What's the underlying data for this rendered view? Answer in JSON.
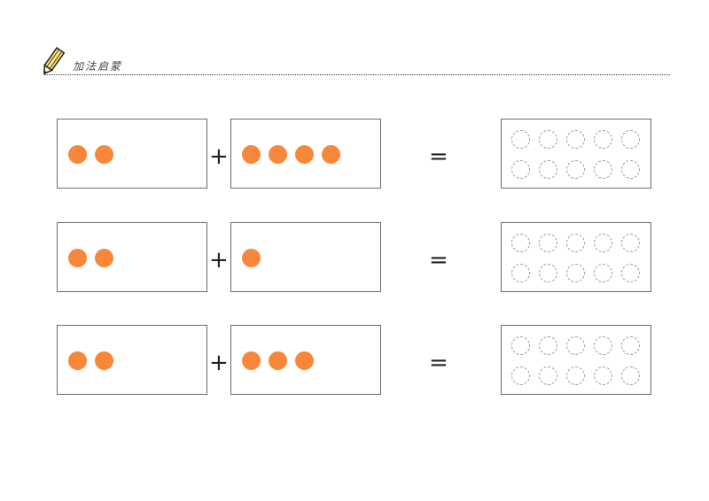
{
  "header": {
    "title": "加法启蒙",
    "icon": "pencil-icon"
  },
  "colors": {
    "dot": "#f8873a",
    "border": "#6b6b6b",
    "empty_circle": "#9a9a9a"
  },
  "problems": [
    {
      "addend_a": 2,
      "addend_b": 4,
      "plus": "+",
      "equals": "=",
      "answer_slots": 10
    },
    {
      "addend_a": 2,
      "addend_b": 1,
      "plus": "+",
      "equals": "=",
      "answer_slots": 10
    },
    {
      "addend_a": 2,
      "addend_b": 3,
      "plus": "+",
      "equals": "=",
      "answer_slots": 10
    }
  ]
}
